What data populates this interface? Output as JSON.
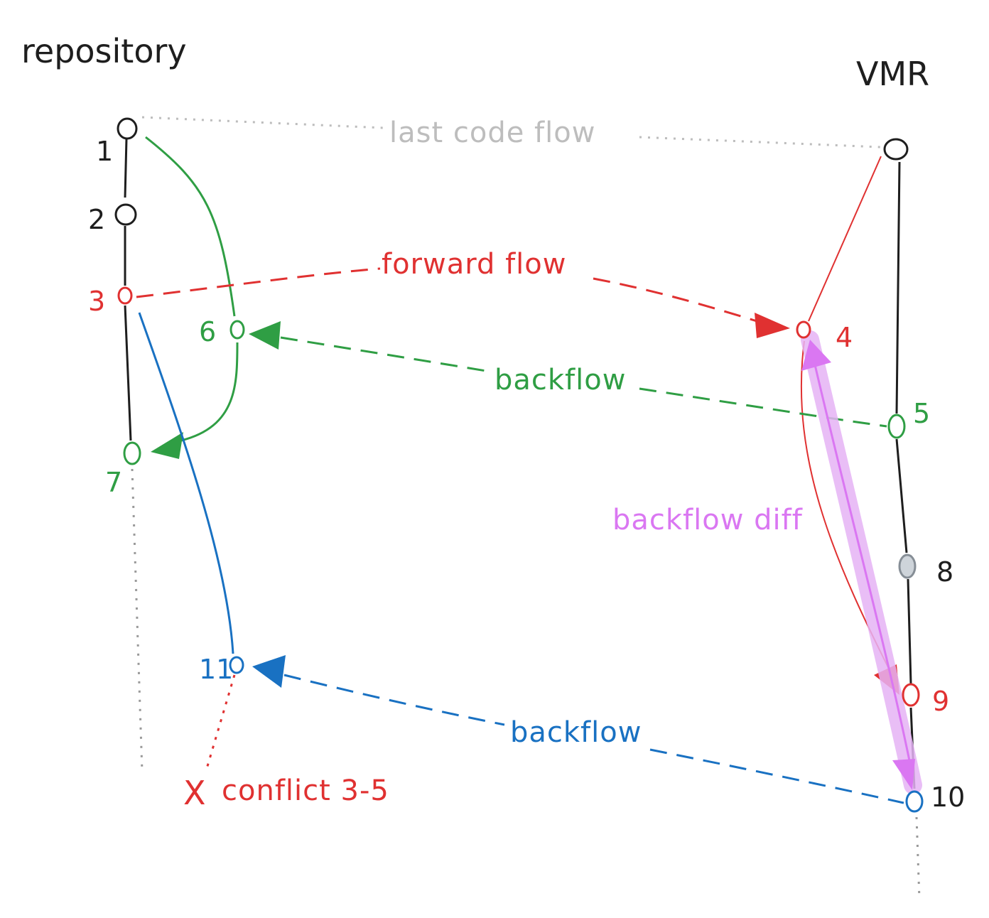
{
  "titles": {
    "repository": "repository",
    "vmr": "VMR"
  },
  "labels": {
    "last_code_flow": "last code flow",
    "forward_flow": "forward flow",
    "backflow_1": "backflow",
    "backflow_diff": "backflow diff",
    "backflow_2": "backflow",
    "conflict_mark": "X",
    "conflict": "conflict 3-5"
  },
  "nodes": {
    "n1": "1",
    "n2": "2",
    "n3": "3",
    "n4": "4",
    "n5": "5",
    "n6": "6",
    "n7": "7",
    "n8": "8",
    "n9": "9",
    "n10": "10",
    "n11": "11"
  },
  "colors": {
    "black": "#1e1e1e",
    "gray": "#bdbdbd",
    "red": "#e03131",
    "green": "#2f9e44",
    "blue": "#1971c2",
    "purple": "#da77f2",
    "purple_light": "#e5b3f5",
    "node_gray_fill": "#ced4da"
  }
}
